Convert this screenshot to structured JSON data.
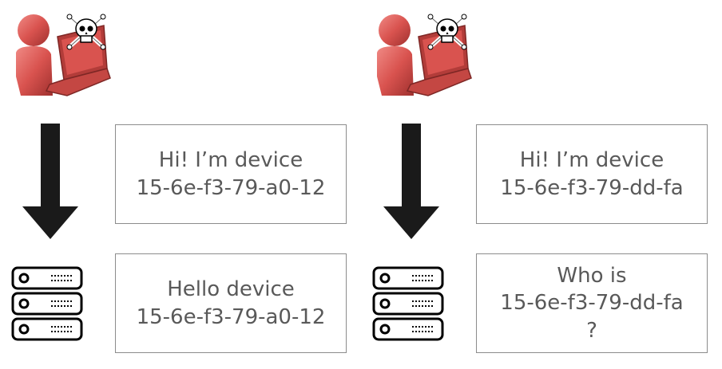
{
  "colors": {
    "attacker": "#d9534f",
    "attacker_dark": "#a83a38",
    "arrow": "#1a1a1a",
    "box_border": "#8c8c8c",
    "text": "#595959",
    "server_stroke": "#000000"
  },
  "icons": {
    "attacker": "hacker-with-laptop-skull-icon",
    "arrow": "down-arrow-icon",
    "server": "server-rack-icon"
  },
  "panels": [
    {
      "request": {
        "line1": "Hi! I’m device",
        "line2": "15-6e-f3-79-a0-12"
      },
      "response": {
        "line1": "Hello device",
        "line2": "15-6e-f3-79-a0-12",
        "line3": ""
      }
    },
    {
      "request": {
        "line1": "Hi! I’m device",
        "line2": "15-6e-f3-79-dd-fa"
      },
      "response": {
        "line1": "Who is",
        "line2": "15-6e-f3-79-dd-fa",
        "line3": "?"
      }
    }
  ]
}
